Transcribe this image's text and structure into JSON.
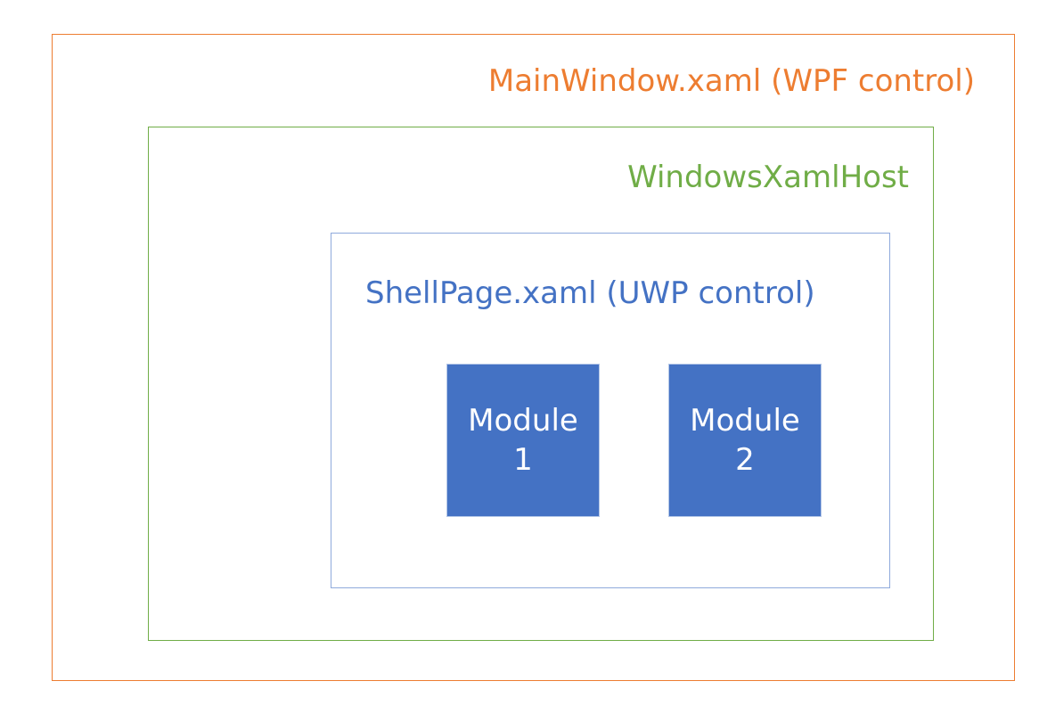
{
  "colors": {
    "main_window": "#ED7D31",
    "host": "#70AD47",
    "shell": "#8FAADC",
    "module": "#4472C4"
  },
  "main_window": {
    "label": "MainWindow.xaml (WPF control)"
  },
  "host": {
    "label": "WindowsXamlHost"
  },
  "shell": {
    "label": "ShellPage.xaml (UWP control)"
  },
  "modules": [
    {
      "line1": "Module",
      "line2": "1"
    },
    {
      "line1": "Module",
      "line2": "2"
    }
  ]
}
